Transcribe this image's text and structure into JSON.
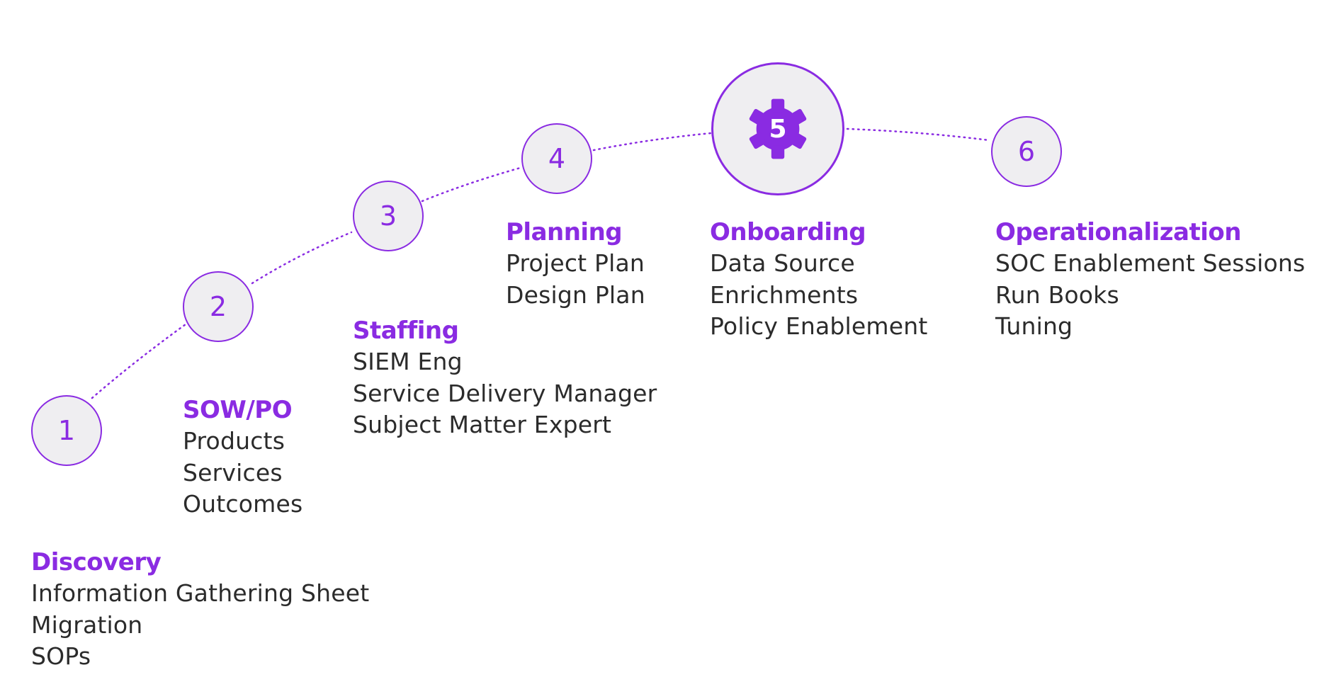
{
  "colors": {
    "accent": "#8a2be2",
    "node_fill": "#efeef1",
    "text": "#2b2b2b",
    "background": "#ffffff"
  },
  "steps": [
    {
      "number": "1",
      "title": "Discovery",
      "items": [
        "Information Gathering Sheet",
        "Migration",
        "SOPs"
      ]
    },
    {
      "number": "2",
      "title": "SOW/PO",
      "items": [
        "Products",
        "Services",
        "Outcomes"
      ]
    },
    {
      "number": "3",
      "title": "Staffing",
      "items": [
        "SIEM Eng",
        "Service Delivery Manager",
        "Subject Matter Expert"
      ]
    },
    {
      "number": "4",
      "title": "Planning",
      "items": [
        "Project Plan",
        "Design Plan"
      ]
    },
    {
      "number": "5",
      "title": "Onboarding",
      "items": [
        "Data Source",
        "Enrichments",
        "Policy Enablement"
      ],
      "active": true,
      "icon": "gear-icon"
    },
    {
      "number": "6",
      "title": "Operationalization",
      "items": [
        "SOC Enablement Sessions",
        "Run Books",
        "Tuning"
      ]
    }
  ]
}
